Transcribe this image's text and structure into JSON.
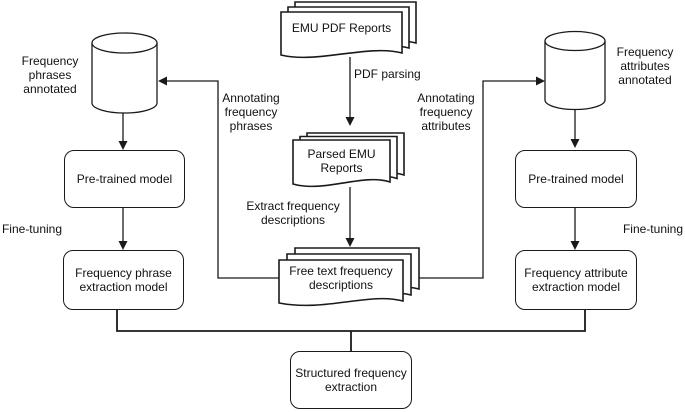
{
  "colors": {
    "background": "#ffffff",
    "stroke": "#1a1a1a",
    "text": "#111111"
  },
  "documents": {
    "emu_pdf_reports": "EMU PDF Reports",
    "parsed_emu_reports": "Parsed EMU Reports",
    "free_text_descriptions": "Free text frequency descriptions"
  },
  "databases": {
    "phrases_annotated": "Frequency phrases annotated",
    "attributes_annotated": "Frequency attributes annotated"
  },
  "models": {
    "pretrained_left": "Pre-trained model",
    "pretrained_right": "Pre-trained model",
    "phrase_extraction": "Frequency phrase extraction model",
    "attribute_extraction": "Frequency attribute extraction model",
    "structured_extraction": "Structured frequency extraction"
  },
  "edge_labels": {
    "pdf_parsing": "PDF parsing",
    "extract_descriptions": "Extract frequency descriptions",
    "annotating_phrases": "Annotating frequency phrases",
    "annotating_attributes": "Annotating frequency attributes",
    "fine_tuning_left": "Fine-tuning",
    "fine_tuning_right": "Fine-tuning"
  }
}
